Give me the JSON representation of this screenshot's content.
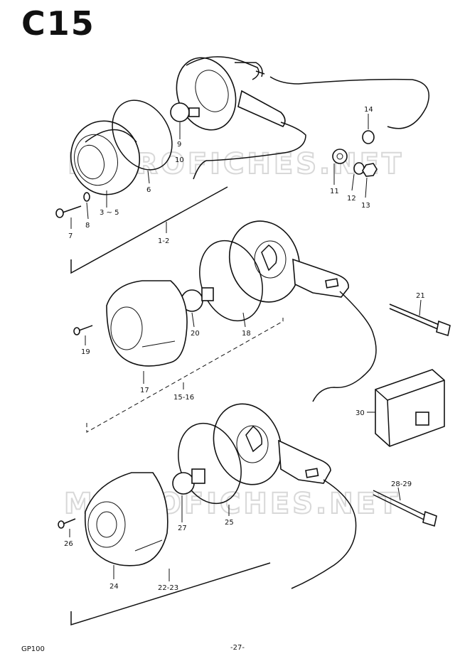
{
  "title": "C15",
  "footer": {
    "model": "GP100",
    "page": "-27-"
  },
  "watermark": "MICROFICHES.NET",
  "groups": [
    {
      "id": "front-right",
      "label": "1-2"
    },
    {
      "id": "front-left",
      "label": "15-16"
    },
    {
      "id": "rear",
      "label": "22-23"
    }
  ],
  "callouts": {
    "c3_5": "3 ~ 5",
    "c6": "6",
    "c7": "7",
    "c8": "8",
    "c9": "9",
    "c10": "10",
    "c11": "11",
    "c12": "12",
    "c13": "13",
    "c14": "14",
    "c17": "17",
    "c18": "18",
    "c19": "19",
    "c20": "20",
    "c21": "21",
    "c24": "24",
    "c25": "25",
    "c26": "26",
    "c27": "27",
    "c28_29": "28-29",
    "c30": "30",
    "g1_2": "1-2",
    "g15_16": "15-16",
    "g22_23": "22-23"
  }
}
